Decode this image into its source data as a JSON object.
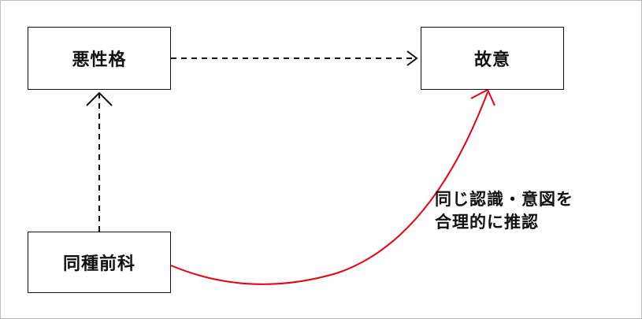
{
  "diagram": {
    "nodes": {
      "akuseikaku": "悪性格",
      "koi": "故意",
      "doshu_zenka": "同種前科"
    },
    "annotation": {
      "line1": "同じ認識・意図を",
      "line2": "合理的に推認"
    },
    "colors": {
      "inference_arrow": "#e60012",
      "dashed_arrow": "#111111",
      "box_border": "#111111"
    }
  }
}
